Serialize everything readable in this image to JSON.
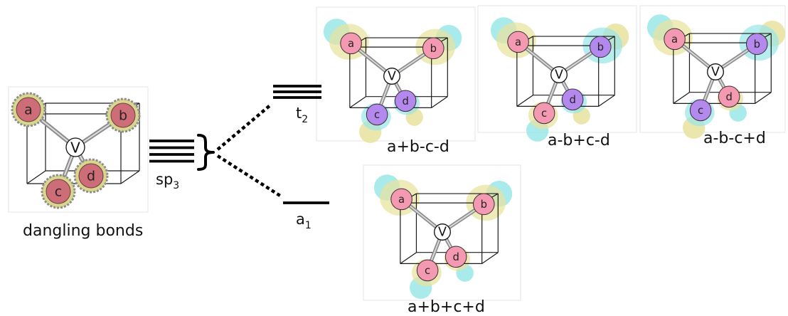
{
  "left_panel": {
    "caption": "dangling bonds",
    "vacancy_label": "V",
    "atoms": [
      {
        "label": "a"
      },
      {
        "label": "b"
      },
      {
        "label": "c"
      },
      {
        "label": "d"
      }
    ],
    "colors": {
      "atom": "#cd6d78",
      "halo": "#d9d68e",
      "halo_outline": "#8e8e8e"
    }
  },
  "levels": {
    "sp3": {
      "base": "sp",
      "sub": "3",
      "lines": 4
    },
    "t2": {
      "base": "t",
      "sub": "2",
      "lines": 3
    },
    "a1": {
      "base": "a",
      "sub": "1",
      "lines": 1
    }
  },
  "t2_orbitals": [
    {
      "caption": "a+b-c-d",
      "vacancy_label": "V",
      "atoms": [
        {
          "label": "a",
          "color": "#f39ab2",
          "lobe_near": "#e7e39d",
          "lobe_far": "#9ae6e8"
        },
        {
          "label": "b",
          "color": "#f39ab2",
          "lobe_near": "#e7e39d",
          "lobe_far": "#9ae6e8"
        },
        {
          "label": "c",
          "color": "#b489ee",
          "lobe_near": "#9ae6e8",
          "lobe_far": "#e7e39d"
        },
        {
          "label": "d",
          "color": "#b489ee",
          "lobe_near": "#9ae6e8",
          "lobe_far": "#e7e39d"
        }
      ]
    },
    {
      "caption": "a-b+c-d",
      "vacancy_label": "V",
      "atoms": [
        {
          "label": "a",
          "color": "#f39ab2",
          "lobe_near": "#e7e39d",
          "lobe_far": "#9ae6e8"
        },
        {
          "label": "b",
          "color": "#b489ee",
          "lobe_near": "#9ae6e8",
          "lobe_far": "#e7e39d"
        },
        {
          "label": "c",
          "color": "#f39ab2",
          "lobe_near": "#e7e39d",
          "lobe_far": "#9ae6e8"
        },
        {
          "label": "d",
          "color": "#b489ee",
          "lobe_near": "#9ae6e8",
          "lobe_far": "#e7e39d"
        }
      ]
    },
    {
      "caption": "a-b-c+d",
      "vacancy_label": "V",
      "atoms": [
        {
          "label": "a",
          "color": "#f39ab2",
          "lobe_near": "#e7e39d",
          "lobe_far": "#9ae6e8"
        },
        {
          "label": "b",
          "color": "#b489ee",
          "lobe_near": "#9ae6e8",
          "lobe_far": "#e7e39d"
        },
        {
          "label": "c",
          "color": "#b489ee",
          "lobe_near": "#9ae6e8",
          "lobe_far": "#e7e39d"
        },
        {
          "label": "d",
          "color": "#f39ab2",
          "lobe_near": "#e7e39d",
          "lobe_far": "#9ae6e8"
        }
      ]
    }
  ],
  "a1_orbital": {
    "caption": "a+b+c+d",
    "vacancy_label": "V",
    "atoms": [
      {
        "label": "a",
        "color": "#f39ab2",
        "lobe_near": "#e7e39d",
        "lobe_far": "#9ae6e8"
      },
      {
        "label": "b",
        "color": "#f39ab2",
        "lobe_near": "#e7e39d",
        "lobe_far": "#9ae6e8"
      },
      {
        "label": "c",
        "color": "#f39ab2",
        "lobe_near": "#e7e39d",
        "lobe_far": "#9ae6e8"
      },
      {
        "label": "d",
        "color": "#f39ab2",
        "lobe_near": "#e7e39d",
        "lobe_far": "#9ae6e8"
      }
    ]
  }
}
